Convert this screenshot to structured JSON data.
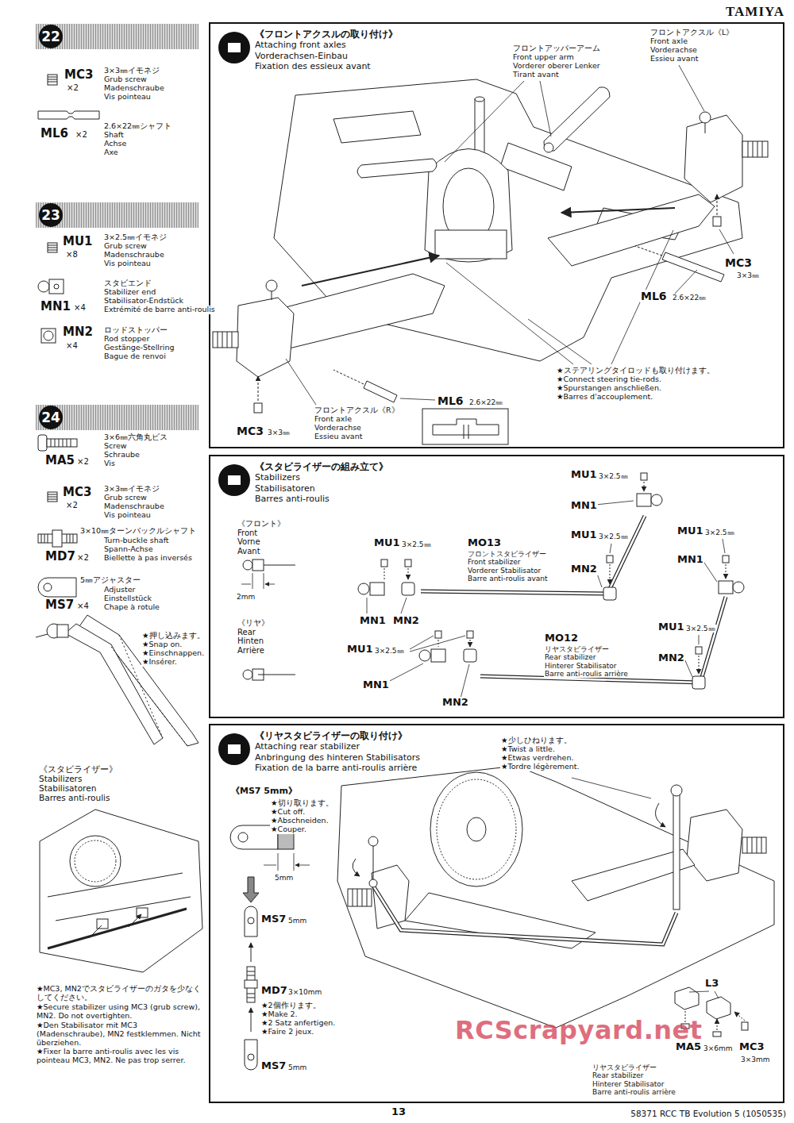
{
  "diagram": {
    "title": "TAMIYA",
    "caption": "58371 RCC TB Evolution 5 (1050535)",
    "nodes": [
      {
        "text": [
          "22"
        ]
      },
      {
        "text": [
          "《フロントアクスルの取り付け》",
          "Attaching front axles",
          "Vorderachsen-Einbau",
          "Fixation des essieux avant"
        ]
      },
      {
        "text": [
          "22"
        ],
        "in": 1
      },
      {
        "text": [
          "23"
        ]
      },
      {
        "text": [
          "《スタビライザーの組み立て》",
          "Stabilizers",
          "Stabilisatoren",
          "Barres anti-roulis"
        ]
      },
      {
        "text": [
          "23"
        ],
        "in": 4
      },
      {
        "text": [
          "24"
        ]
      },
      {
        "text": [
          "《リヤスタビライザーの取り付け》",
          "Attaching rear stabilizer",
          "Anbringung des hinteren Stabilisators",
          "Fixation de la barre anti-roulis arrière"
        ]
      },
      {
        "text": [
          "24"
        ],
        "in": 7
      }
    ],
    "labels": [
      "MC3",
      "×2",
      "3×3㎜イモネジ",
      "Grub screw",
      "Madenschraube",
      "Vis pointeau",
      "ML6",
      "×2",
      "2.6×22㎜シャフト",
      "Shaft",
      "Achse",
      "Axe",
      "MU1",
      "×8",
      "3×2.5㎜イモネジ",
      "Grub screw",
      "Madenschraube",
      "Vis pointeau",
      "MN1",
      "×4",
      "スタビエンド",
      "Stabilizer end",
      "Stabilisator-Endstück",
      "Extrémité de barre anti-roulis",
      "MN2",
      "×4",
      "ロッドストッパー",
      "Rod stopper",
      "Gestänge-Stellring",
      "Bague de renvoi",
      "MA5",
      "×2",
      "3×6㎜六角丸ビス",
      "Screw",
      "Schraube",
      "Vis",
      "MC3",
      "×2",
      "3×3㎜イモネジ",
      "Grub screw",
      "Madenschraube",
      "Vis pointeau",
      "MD7",
      "×2",
      "3×10㎜ターンバックルシャフト",
      "Turn-buckle shaft",
      "Spann-Achse",
      "Biellette à pas inversés",
      "MS7",
      "×4",
      "5㎜アジャスター",
      "Adjuster",
      "Einstellstück",
      "Chape à rotule",
      "★押し込みます。",
      "★Snap on.",
      "★Einschnappen.",
      "★Insérer.",
      "《スタビライザー》",
      "Stabilizers",
      "Stabilisatoren",
      "Barres anti-roulis",
      "★MC3, MN2でスタビライザーのガタを少なくしてください。",
      "★Secure stabilizer using MC3 (grub screw), MN2. Do not overtighten.",
      "★Den Stabilisator mit MC3 (Madenschraube), MN2 festklemmen. Nicht überziehen.",
      "★Fixer la barre anti-roulis avec les vis pointeau MC3, MN2. Ne pas trop serrer.",
      "フロントアッパーアーム",
      "Front upper arm",
      "Vorderer oberer Lenker",
      "Tirant avant",
      "フロントアクスル《L》",
      "Front axle",
      "Vorderachse",
      "Essieu avant",
      "MC3",
      "3×3㎜",
      "ML6",
      "2.6×22㎜",
      "★ステアリングタイロッドも取り付けます。",
      "★Connect steering tie-rods.",
      "★Spurstangen anschließen.",
      "★Barres d'accouplement.",
      "ML6",
      "2.6×22㎜",
      "フロントアクスル《R》",
      "Front axle",
      "Vorderachse",
      "Essieu avant",
      "MC3",
      "3×3㎜",
      "《フロント》",
      "Front",
      "Vorne",
      "Avant",
      "2mm",
      "《リヤ》",
      "Rear",
      "Hinten",
      "Arrière",
      "MU1",
      "3×2.5㎜",
      "MO13",
      "フロントスタビライザー",
      "Front stabilizer",
      "Vorderer Stabilisator",
      "Barre anti-roulis avant",
      "MN1",
      "MN2",
      "MU1",
      "3×2.5㎜",
      "MO12",
      "リヤスタビライザー",
      "Rear stabilizer",
      "Hinterer Stabilisator",
      "Barre anti-roulis arrière",
      "MN1",
      "MN2",
      "MU1",
      "3×2.5㎜",
      "MN1",
      "MU1",
      "3×2.5㎜",
      "MN2",
      "MU1",
      "3×2.5㎜",
      "MN1",
      "MU1",
      "3×2.5㎜",
      "MN2",
      "《MS7 5mm》",
      "★切り取ります。",
      "★Cut off.",
      "★Abschneiden.",
      "★Couper.",
      "5mm",
      "MS7",
      "5mm",
      "MD7",
      "3×10mm",
      "★2個作ります。",
      "★Make 2.",
      "★2 Satz anfertigen.",
      "★Faire 2 jeux.",
      "MS7",
      "5mm",
      "★少しひねります。",
      "★Twist a little.",
      "★Etwas verdrehen.",
      "★Tordre légèrement.",
      "L3",
      "MA5",
      "3×6mm",
      "MC3",
      "3×3mm",
      "リヤスタビライザー",
      "Rear stabilizer",
      "Hinterer Stabilisator",
      "Barre anti-roulis arrière",
      "RCScrapyard.net",
      "13"
    ]
  }
}
